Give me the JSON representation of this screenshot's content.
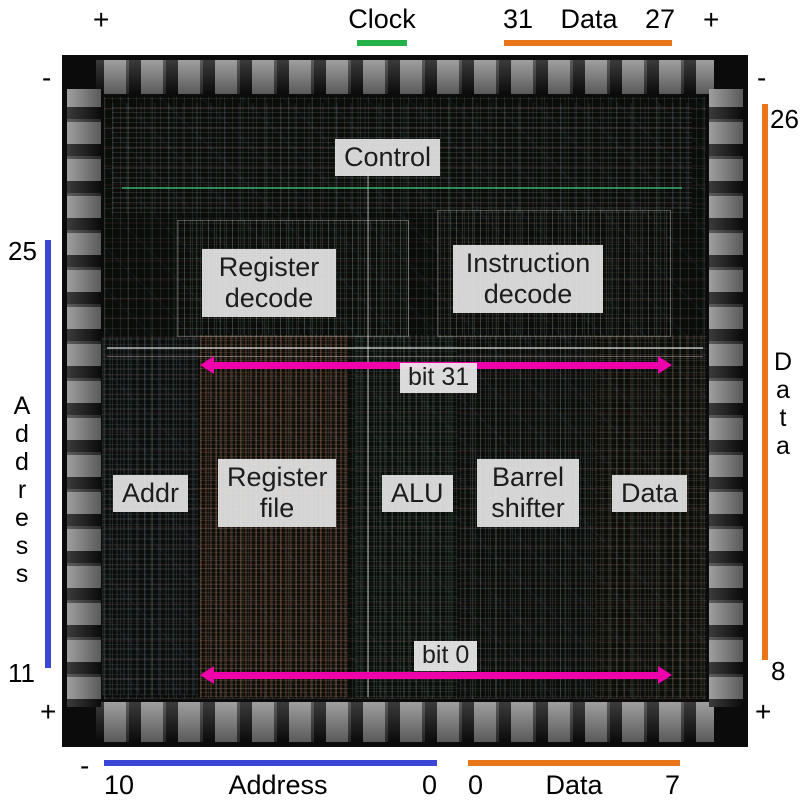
{
  "signs": {
    "plus": "+",
    "minus": "-"
  },
  "top": {
    "clock_label": "Clock",
    "data_bits_high": "31",
    "data_word": "Data",
    "data_bits_low": "27"
  },
  "left": {
    "pin_high": "25",
    "bus_label": "Address",
    "pin_low": "11"
  },
  "right": {
    "pin_high": "26",
    "bus_label": "Data",
    "pin_low": "8"
  },
  "bottom": {
    "address_high": "10",
    "address_label": "Address",
    "address_low": "0",
    "data_low": "0",
    "data_label": "Data",
    "data_high": "7"
  },
  "die_blocks": {
    "control": "Control",
    "register_decode": "Register decode",
    "instruction_decode": "Instruction decode",
    "addr": "Addr",
    "register_file": "Register file",
    "alu": "ALU",
    "barrel_shifter": "Barrel shifter",
    "data": "Data",
    "bit31": "bit 31",
    "bit0": "bit 0"
  },
  "colors": {
    "clock": "#26b24b",
    "data_bus": "#e8771c",
    "address_bus": "#3b46d6",
    "bit_arrow": "#ee00aa"
  }
}
